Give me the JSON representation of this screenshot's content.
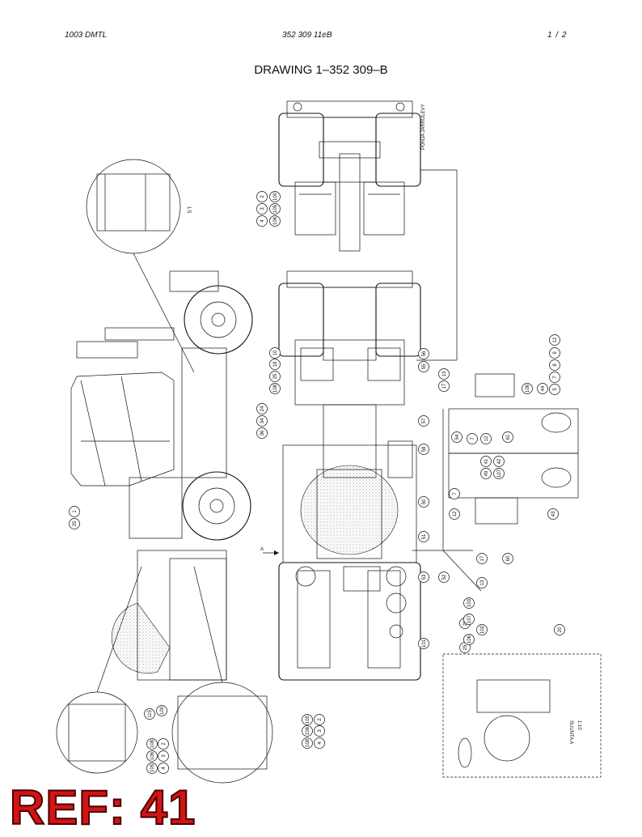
{
  "header": {
    "left": "1003 DMTL",
    "center": "352 309 11eB",
    "right": "1 /  2"
  },
  "title": "DRAWING 1–352 309–B",
  "annotations": {
    "view_label_a": "A",
    "pohja_label": "POHJA JARRULEVY",
    "detail_a_label": "SUUNTA A",
    "detail_a_scale": "1:10",
    "scale_i15": "1:5"
  },
  "callouts": [
    "2",
    "3",
    "4",
    "100",
    "105",
    "106",
    "10",
    "18",
    "25",
    "108",
    "24",
    "34",
    "36",
    "55",
    "56",
    "13",
    "17",
    "57",
    "58",
    "7",
    "12",
    "54",
    "41",
    "49",
    "42",
    "107",
    "61",
    "106",
    "44",
    "12",
    "9",
    "8",
    "7",
    "5",
    "43",
    "50",
    "51",
    "52",
    "53",
    "13",
    "17",
    "60",
    "12",
    "7",
    "101",
    "26",
    "25",
    "20",
    "102",
    "103",
    "107",
    "106",
    "1",
    "25",
    "100",
    "108",
    "106",
    "105",
    "2",
    "3",
    "4",
    "115",
    "2",
    "3",
    "4",
    "105",
    "106",
    "108"
  ],
  "ref_label": "REF: 41"
}
